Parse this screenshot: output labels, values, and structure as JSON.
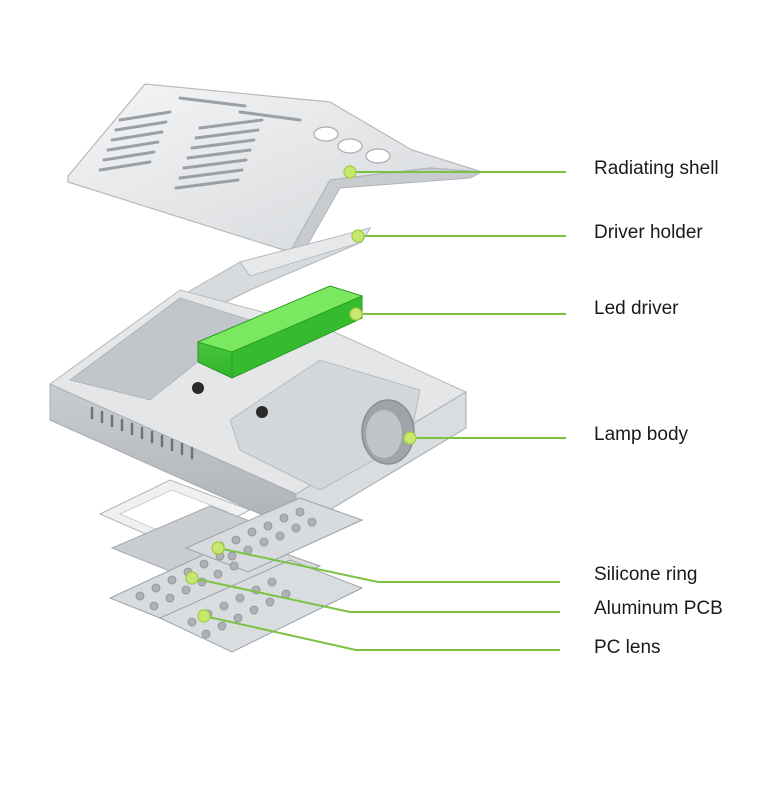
{
  "accent_color": "#7cc242",
  "labels": {
    "radiating_shell": "Radiating shell",
    "driver_holder": "Driver holder",
    "led_driver": "Led driver",
    "lamp_body": "Lamp body",
    "silicone_ring": "Silicone ring",
    "aluminum_pcb": "Aluminum PCB",
    "pc_lens": "PC lens"
  }
}
